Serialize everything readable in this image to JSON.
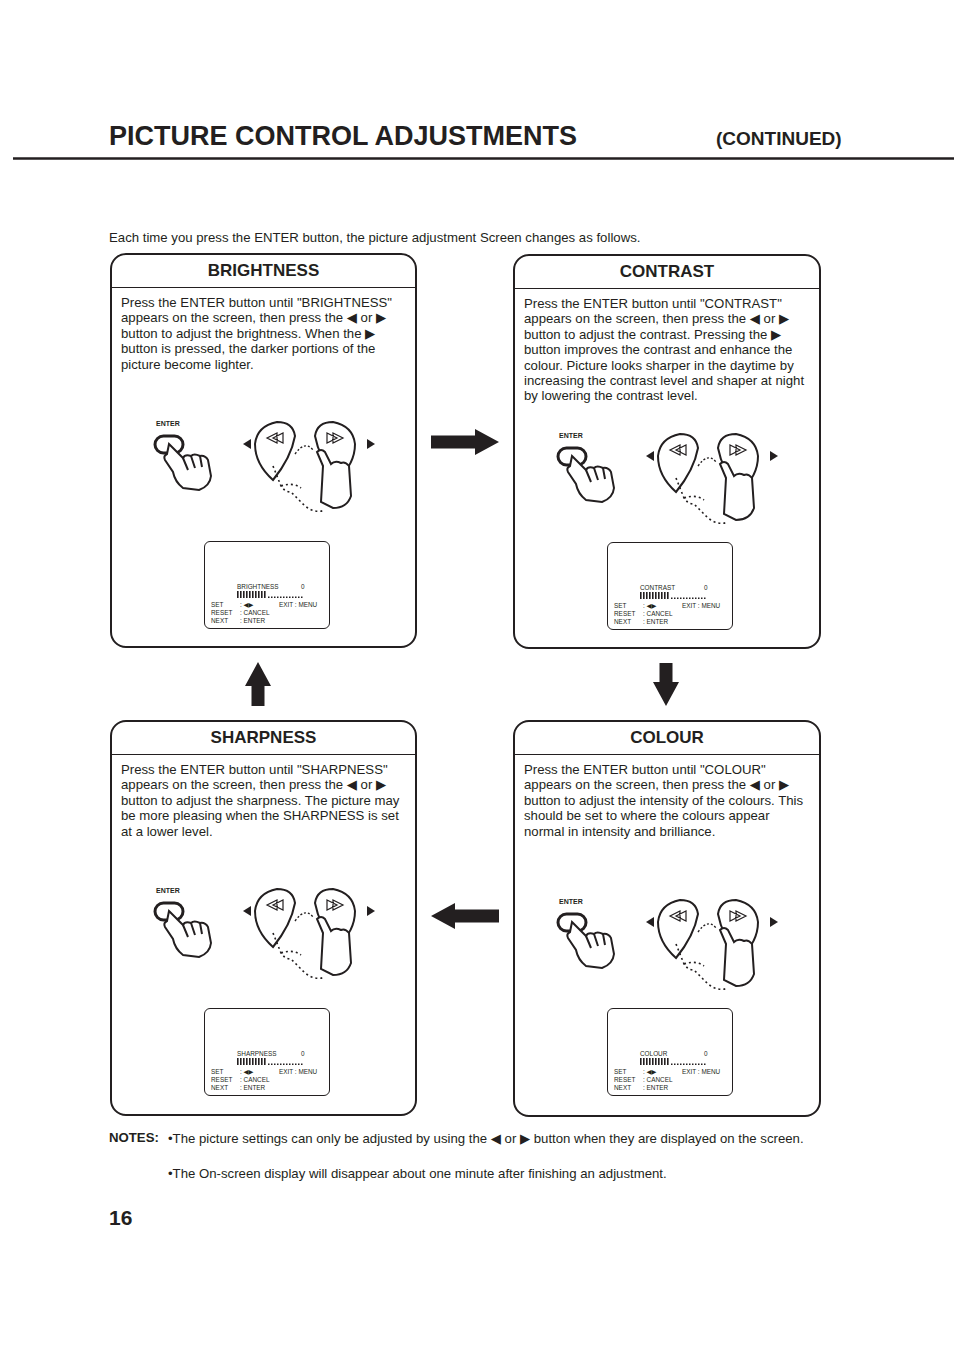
{
  "diagram": {
    "title": "PICTURE CONTROL ADJUSTMENTS",
    "nodes": [
      {
        "text": [
          "BRIGHTNESS",
          "Press the ENTER button until \"BRIGHTNESS\" appears on the screen, then press the ◀ or ▶ button to adjust the brightness. When the ▶ button is pressed, the darker portions of the picture become lighter."
        ]
      },
      {
        "text": [
          "BRIGHTNESS",
          "0",
          "SET",
          ": ◀▶",
          "EXIT : MENU",
          "RESET",
          ": CANCEL",
          "NEXT",
          ": ENTER"
        ],
        "in": 0
      },
      {
        "text": [
          "CONTRAST",
          "Press the ENTER button until \"CONTRAST\" appears on the screen, then press the ◀ or ▶ button to adjust the contrast. Pressing the ▶ button improves the contrast and enhance the colour. Picture looks sharper in the daytime by increasing the contrast level and shaper at night by lowering the contrast level."
        ]
      },
      {
        "text": [
          "CONTRAST",
          "0",
          "SET",
          ": ◀▶",
          "EXIT : MENU",
          "RESET",
          ": CANCEL",
          "NEXT",
          ": ENTER"
        ],
        "in": 2
      },
      {
        "text": [
          "SHARPNESS",
          "Press the ENTER button until \"SHARPNESS\" appears on the screen, then press the ◀ or ▶ button to adjust the sharpness. The picture may be more pleasing when the SHARPNESS is set at a lower level."
        ]
      },
      {
        "text": [
          "SHARPNESS",
          "0",
          "SET",
          ": ◀▶",
          "EXIT : MENU",
          "RESET",
          ": CANCEL",
          "NEXT",
          ": ENTER"
        ],
        "in": 4
      },
      {
        "text": [
          "COLOUR",
          "Press the ENTER button until \"COLOUR\" appears on the screen, then press the ◀ or ▶ button to adjust the intensity of the colours. This should be set to where the colours appear normal in intensity and brilliance."
        ]
      },
      {
        "text": [
          "COLOUR",
          "0",
          "SET",
          ": ◀▶",
          "EXIT : MENU",
          "RESET",
          ": CANCEL",
          "NEXT",
          ": ENTER"
        ],
        "in": 6
      }
    ],
    "edges": [
      {
        "from": 0,
        "to": 2,
        "arrow": "to"
      },
      {
        "from": 2,
        "to": 6,
        "arrow": "to"
      },
      {
        "from": 6,
        "to": 4,
        "arrow": "to"
      },
      {
        "from": 4,
        "to": 0,
        "arrow": "to"
      }
    ],
    "labels": [
      "(CONTINUED)",
      "Each time you press the ENTER button, the picture adjustment Screen changes as follows.",
      "ENTER",
      "ENTER",
      "ENTER",
      "ENTER",
      "NOTES:",
      "•The picture settings can only be adjusted by using the ◀ or ▶ button when they are displayed on the screen.",
      "•The On-screen display will disappear about one minute after finishing an adjustment.",
      "16"
    ]
  }
}
